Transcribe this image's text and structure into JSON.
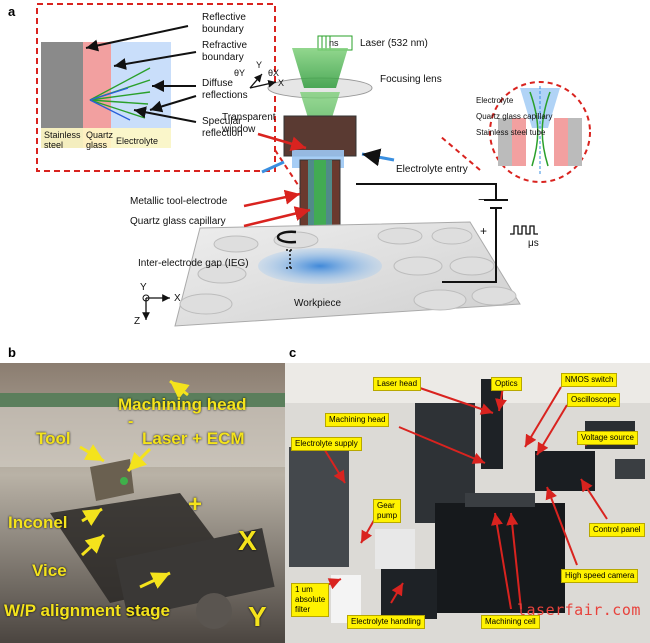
{
  "panel_a": {
    "label": "a",
    "inset": {
      "reflective_boundary": "Reflective\nboundary",
      "refractive_boundary": "Refractive\nboundary",
      "diffuse_reflections": "Diffuse\nreflections",
      "specular_reflection": "Specular\nreflection",
      "stainless_steel": "Stainless\nsteel",
      "quartz_glass": "Quartz\nglass",
      "electrolyte": "Electrolyte"
    },
    "laser": "Laser (532 nm)",
    "ns": "ns",
    "focusing_lens": "Focusing lens",
    "axes_top": {
      "theta_y": "θY",
      "y": "Y",
      "theta_x": "θX",
      "x": "X"
    },
    "transparent_window": "Transparent\nwindow",
    "electrolyte_entry": "Electrolyte entry",
    "metallic_tool": "Metallic tool-electrode",
    "quartz_capillary": "Quartz glass capillary",
    "ieg": "Inter-electrode gap (IEG)",
    "workpiece": "Workpiece",
    "minus": "−",
    "plus": "+",
    "us": "μs",
    "circle_inset": {
      "electrolyte": "Electrolyte",
      "quartz": "Quartz glass capillary",
      "tube": "Stainless steel tube"
    },
    "axes_bottom": {
      "y": "Y",
      "x": "X",
      "z": "Z"
    }
  },
  "panel_b": {
    "label": "b",
    "machining_head": "Machining head",
    "tool": "Tool",
    "laser_ecm": "Laser + ECM",
    "minus": "-",
    "plus": "+",
    "inconel": "Inconel",
    "vice": "Vice",
    "wp_stage": "W/P alignment stage",
    "x": "X",
    "y": "Y"
  },
  "panel_c": {
    "label": "c",
    "boxes": {
      "laser_head": "Laser head",
      "optics": "Optics",
      "nmos": "NMOS switch",
      "oscilloscope": "Oscilloscope",
      "machining_head": "Machining head",
      "voltage_source": "Voltage source",
      "electrolyte_supply": "Electrolyte supply",
      "gear_pump": "Gear\npump",
      "control_panel": "Control panel",
      "high_speed_camera": "High speed camera",
      "filter": "1 um\nabsolute\nfilter",
      "electrolyte_handling": "Electrolyte handling",
      "machining_cell": "Machining cell"
    },
    "watermark": "laserfair.com"
  },
  "colors": {
    "annotation_arrow": "#d9231f",
    "callout_yellow": "#fff200",
    "big_yellow_text": "#f4e31c",
    "quartz": "#f2a0a0",
    "electrolyte": "#c9defa",
    "steel": "#7a7a7a",
    "laser_green": "#3fb04a"
  }
}
